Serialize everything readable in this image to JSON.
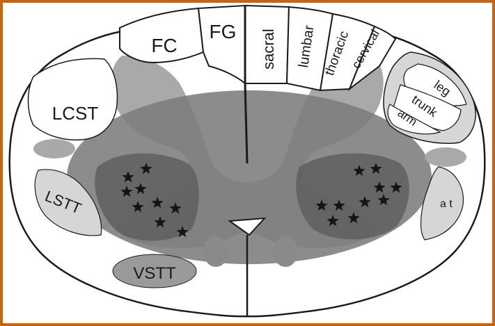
{
  "diagram": {
    "tracts": {
      "fc": "FC",
      "fg": "FG",
      "lcst": "LCST",
      "lstt": "LSTT",
      "vstt": "VSTT"
    },
    "fg_segments": [
      "sacral",
      "lumbar",
      "thoracic",
      "cervical"
    ],
    "lcst_somatotopy": [
      "leg",
      "trunk",
      "arm"
    ],
    "small_label": "a t"
  },
  "colors": {
    "frame": "#c8640c",
    "white_matter": "#ffffff",
    "outline": "#1a1a1a",
    "gray_matter": "#a9a9a9",
    "lesion_oval": "#7c7c7c",
    "lesion_core": "#5f5f5f",
    "tract_fill": "#d6d6d6",
    "star": "#151515"
  }
}
